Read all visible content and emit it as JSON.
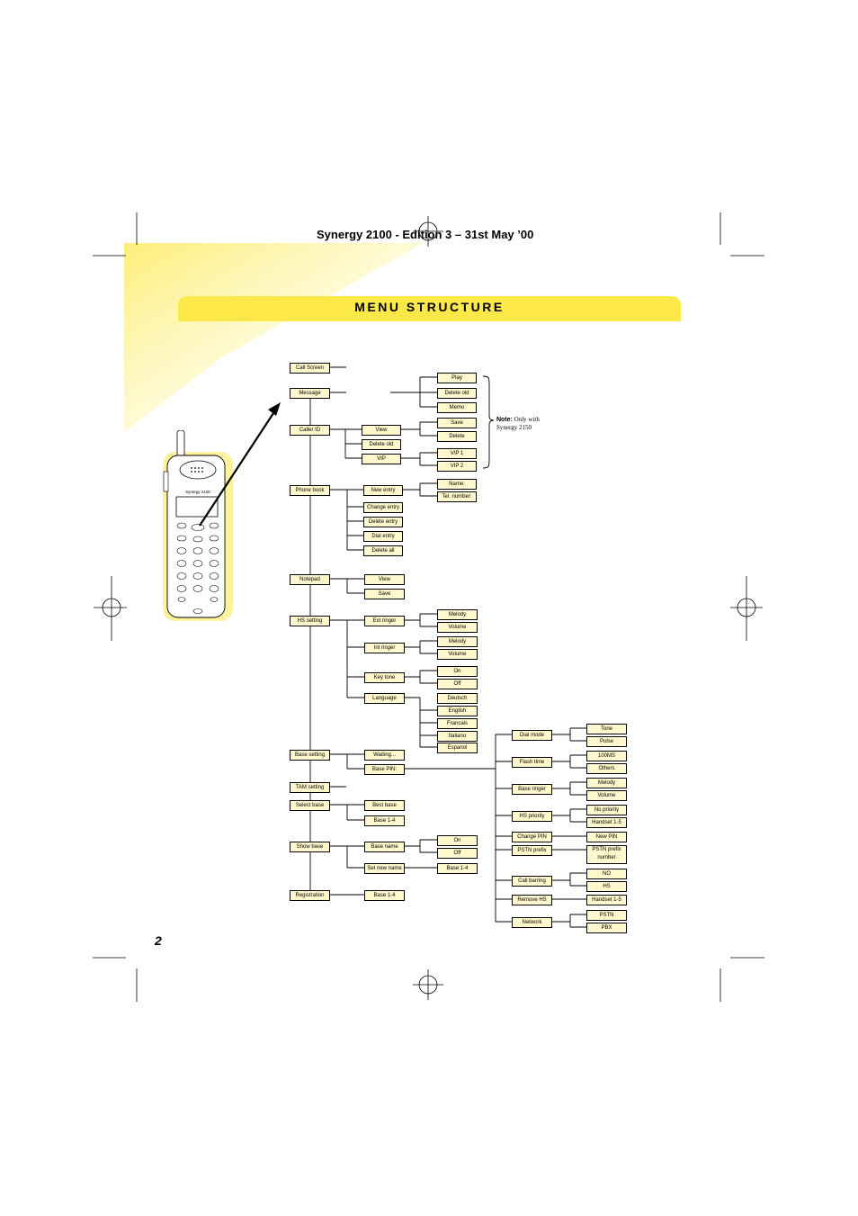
{
  "header": {
    "title": "Synergy 2100 - Edition 3 – 31st  May ’00"
  },
  "banner": {
    "title": "MENU STRUCTURE"
  },
  "page_number": "2",
  "note": {
    "label": "Note:",
    "text1": "Only with",
    "text2": "Synergy 2150"
  },
  "phone": {
    "model": "Synergy 2100"
  },
  "menu": {
    "l1": [
      "Call Screen",
      "Message",
      "Caller ID",
      "Phone book",
      "Notepad",
      "HS setting",
      "Base setting",
      "TAM setting",
      "Select base",
      "Show base",
      "Registration"
    ],
    "message": [
      "Play",
      "Delete old",
      "Memo"
    ],
    "caller_id": [
      "View",
      "Delete old",
      "VIP"
    ],
    "caller_view": [
      "Save",
      "Delete"
    ],
    "caller_vip": [
      "VIP 1",
      "VIP 2"
    ],
    "phone_book": [
      "New entry",
      "Change entry",
      "Delete entry",
      "Dial entry",
      "Delete all"
    ],
    "new_entry": [
      "Name:",
      "Tel. number:"
    ],
    "notepad": [
      "View",
      "Save"
    ],
    "hs_setting": [
      "Ext ringer",
      "Int ringer",
      "Key tone",
      "Language"
    ],
    "ext_ringer": [
      "Melody",
      "Volume"
    ],
    "int_ringer": [
      "Melody",
      "Volume"
    ],
    "key_tone": [
      "On",
      "Off"
    ],
    "language": [
      "Deutsch",
      "English",
      "Francais",
      "Italiano",
      "Espanol"
    ],
    "base_setting": [
      "Waiting...",
      "Base PIN:"
    ],
    "base_pin": [
      "Dial mode",
      "Flash time",
      "Base ringer",
      "HS priority",
      "Change PIN",
      "PSTN prefix",
      "Call barring",
      "Remove HS",
      "Network"
    ],
    "dial_mode": [
      "Tone",
      "Pulse"
    ],
    "flash_time": [
      "100MS",
      "Others"
    ],
    "base_ringer": [
      "Melody",
      "Volume"
    ],
    "hs_priority": [
      "No priority",
      "Handset 1-5"
    ],
    "change_pin": [
      "New PIN"
    ],
    "pstn_prefix": [
      "PSTN prefix number"
    ],
    "call_barring": [
      "NO",
      "HS"
    ],
    "remove_hs": [
      "Handset 1-5"
    ],
    "network": [
      "PSTN",
      "PBX"
    ],
    "select_base": [
      "Best base",
      "Base 1-4"
    ],
    "show_base": [
      "Base name",
      "Set new name"
    ],
    "base_name": [
      "On",
      "Off"
    ],
    "set_new_name": [
      "Base 1-4"
    ],
    "registration": [
      "Base 1-4"
    ]
  }
}
